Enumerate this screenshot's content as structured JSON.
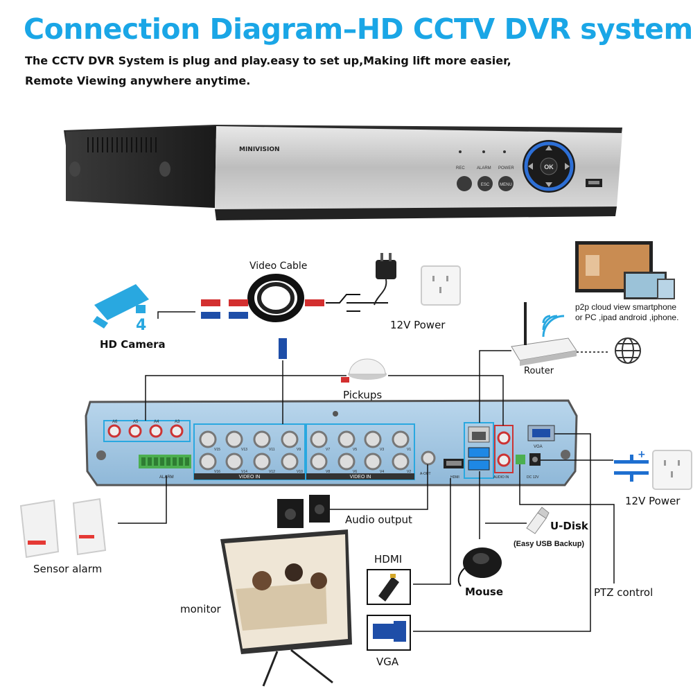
{
  "title": "Connection Diagram–HD CCTV DVR system",
  "subtitle_line1": "The CCTV DVR System is plug and play.easy to set up,Making lift more easier,",
  "subtitle_line2": "Remote Viewing anywhere anytime.",
  "dvr_front": {
    "brand": "MINIVISION",
    "buttons": [
      "ESC",
      "MENU"
    ],
    "leds": [
      "REC",
      "ALARM",
      "POWER"
    ],
    "ok_label": "OK"
  },
  "dvr_back": {
    "audio_in_labels": [
      "A6",
      "A5",
      "A4",
      "A3"
    ],
    "video_in_left": [
      "V15",
      "V13",
      "V11",
      "V9",
      "V16",
      "V14",
      "V12",
      "V10"
    ],
    "video_in_right": [
      "V7",
      "V5",
      "V3",
      "V1",
      "V8",
      "V6",
      "V4",
      "V2"
    ],
    "video_in_label": "VIDEO IN",
    "audio_in_label": "AUDIO IN",
    "hdmi_label": "HDMI",
    "vga_label": "VGA",
    "dc_label": "DC 12V",
    "aout_label": "A-OUT",
    "alarm_label": "ALARM"
  },
  "labels": {
    "video_cable": "Video Cable",
    "hd_camera": "HD Camera",
    "power_top": "12V Power",
    "pickups": "Pickups",
    "router": "Router",
    "p2p_line1": "p2p cloud view smartphone",
    "p2p_line2": "or PC ,ipad android ,iphone.",
    "power_right": "12V Power",
    "audio_output": "Audio output",
    "udisk": "U-Disk",
    "udisk_note": "(Easy USB Backup)",
    "sensor_alarm": "Sensor alarm",
    "hdmi": "HDMI",
    "mouse": "Mouse",
    "ptz": "PTZ control",
    "monitor": "monitor",
    "vga": "VGA"
  },
  "colors": {
    "title": "#1aa6e6",
    "accent": "#29a8e0",
    "back_panel": "#9fc4e0"
  }
}
